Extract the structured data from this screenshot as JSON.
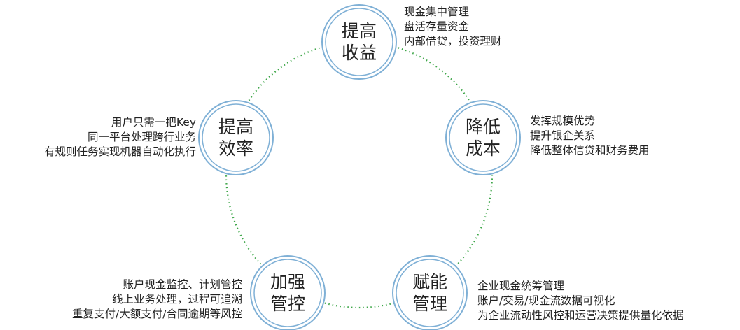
{
  "colors": {
    "ring": "#7fb0d6",
    "dotted": "#3da648"
  },
  "nodes": [
    {
      "id": "increase-revenue",
      "line1": "提高",
      "line2": "收益",
      "desc": [
        "现金集中管理",
        "盘活存量资金",
        "内部借贷，投资理财"
      ]
    },
    {
      "id": "reduce-cost",
      "line1": "降低",
      "line2": "成本",
      "desc": [
        "发挥规模优势",
        "提升银企关系",
        "降低整体信贷和财务费用"
      ]
    },
    {
      "id": "empower-management",
      "line1": "赋能",
      "line2": "管理",
      "desc": [
        "企业现金统筹管理",
        "账户/交易/现金流数据可视化",
        "为企业流动性风控和运营决策提供量化依据"
      ]
    },
    {
      "id": "strengthen-control",
      "line1": "加强",
      "line2": "管控",
      "desc": [
        "账户现金监控、计划管控",
        "线上业务处理，过程可追溯",
        "重复支付/大额支付/合同逾期等风控"
      ]
    },
    {
      "id": "improve-efficiency",
      "line1": "提高",
      "line2": "效率",
      "desc": [
        "用户只需一把Key",
        "同一平台处理跨行业务",
        "有规则任务实现机器自动化执行"
      ]
    }
  ]
}
